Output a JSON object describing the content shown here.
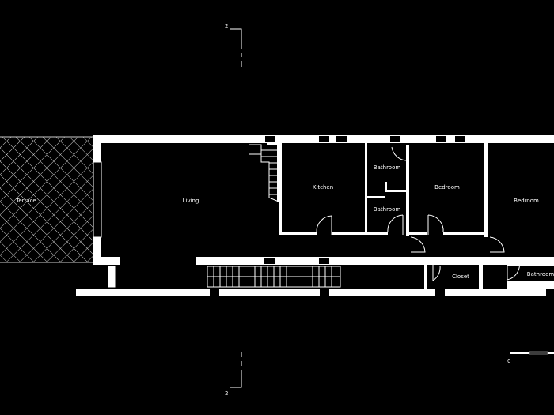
{
  "rooms": {
    "terrace": "Terrace",
    "living": "Living",
    "kitchen": "Kitchen",
    "bathroom_1": "Bathroom",
    "bathroom_2": "Bathroom",
    "bedroom_1": "Bedroom",
    "bedroom_2": "Bedroom",
    "closet": "Closet",
    "bathroom_3": "Bathroom"
  },
  "section_marker_top": "2",
  "section_marker_bottom": "2",
  "scale_bar": {
    "start_label": "0"
  },
  "colors": {
    "background": "#000000",
    "walls": "#ffffff"
  }
}
